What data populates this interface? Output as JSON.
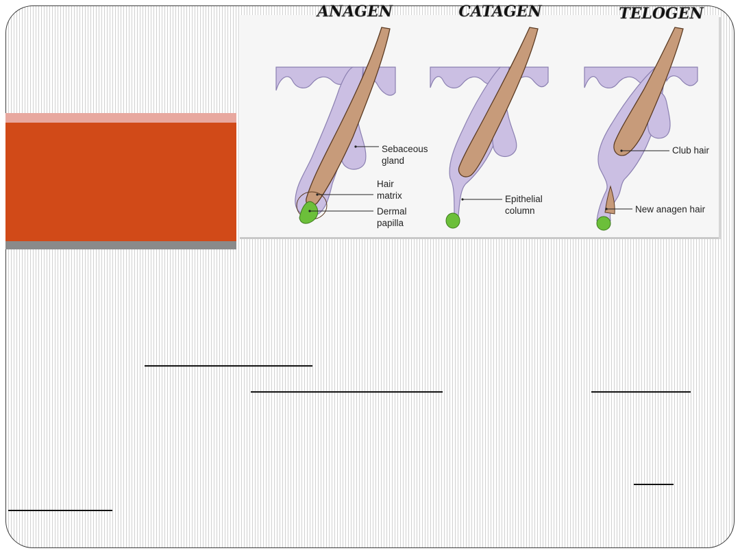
{
  "figure": {
    "phases": [
      "ANAGEN",
      "CATAGEN",
      "TELOGEN"
    ],
    "labels": {
      "sebaceous_gland": [
        "Sebaceous",
        "gland"
      ],
      "hair_matrix": [
        "Hair",
        "matrix"
      ],
      "dermal_papilla": [
        "Dermal",
        "papilla"
      ],
      "epithelial_column": [
        "Epithelial",
        "column"
      ],
      "club_hair": "Club hair",
      "new_anagen_hair": "New anagen hair"
    }
  },
  "colors": {
    "accent_red": "#d14a18",
    "accent_pink": "#e8a89f",
    "accent_gray": "#8a8a8a",
    "skin": "#cbbfe3",
    "hair_shaft": "#c79b7a",
    "papilla": "#6cbf3a"
  }
}
